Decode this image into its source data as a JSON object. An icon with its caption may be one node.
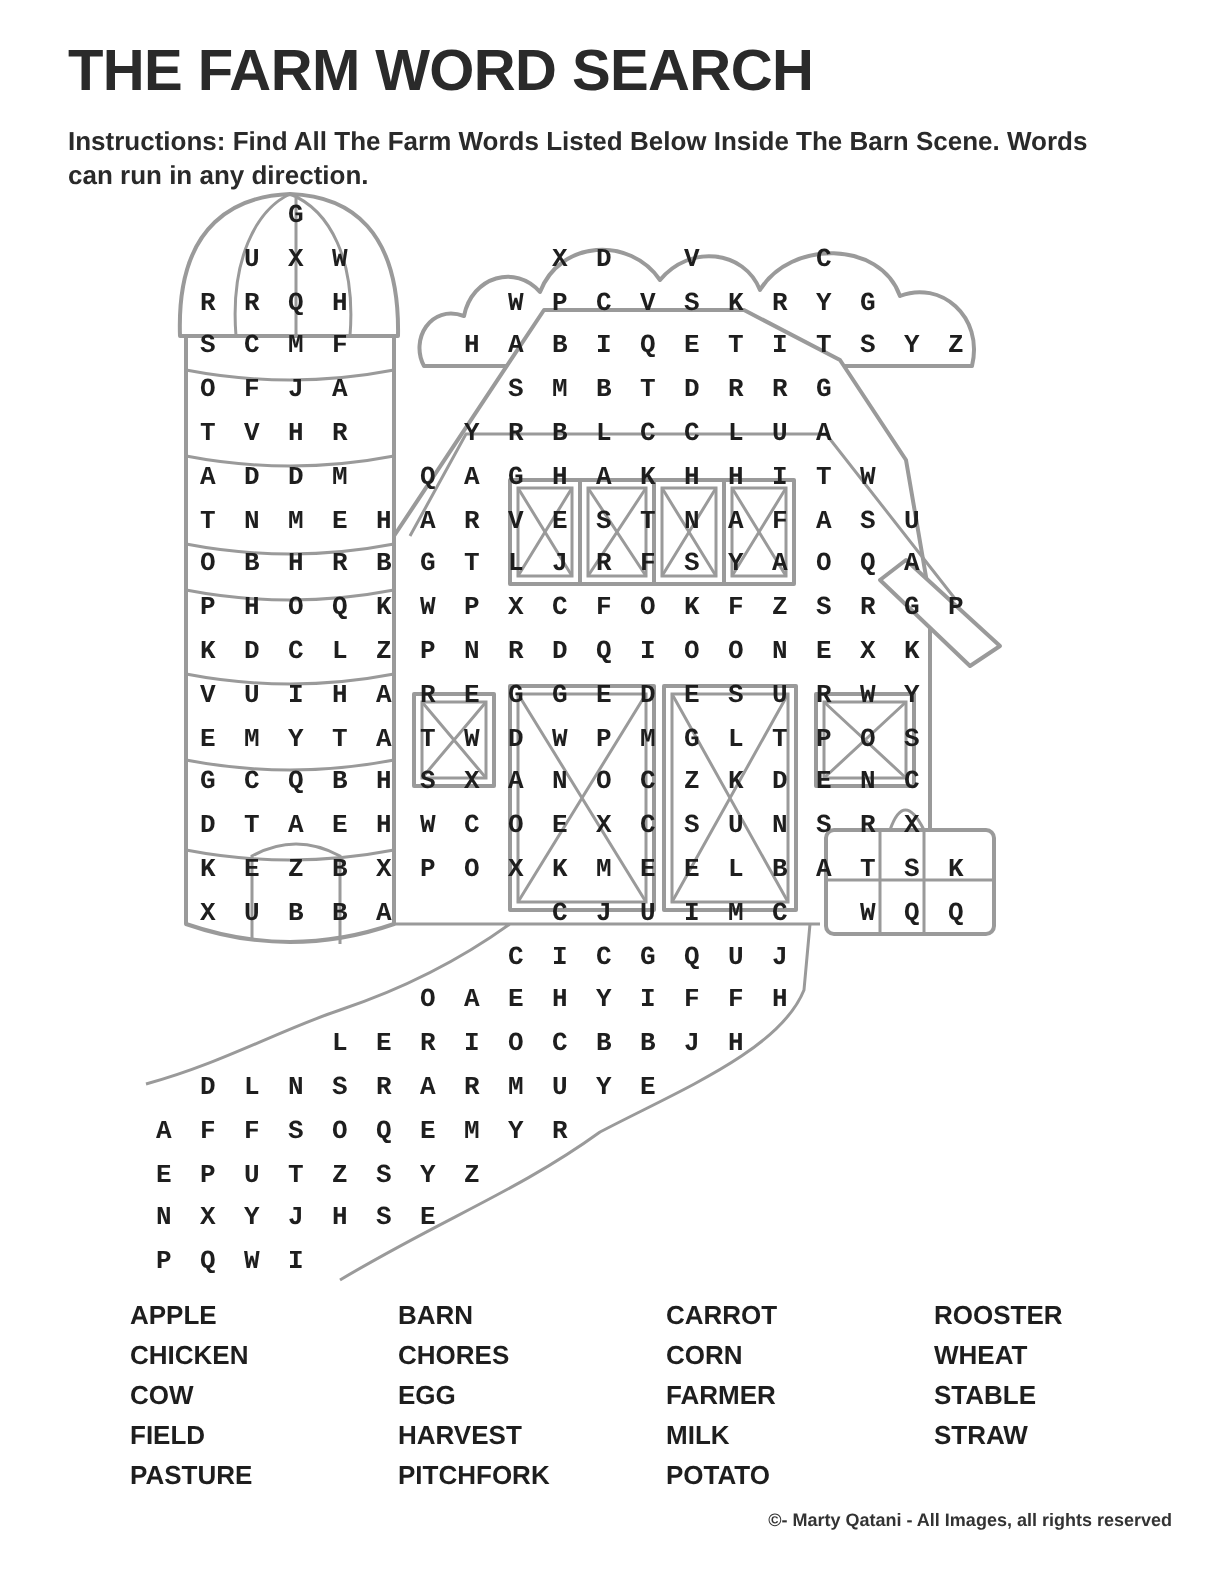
{
  "diagram": {
    "title": "THE FARM WORD SEARCH",
    "labels": [
      "Instructions: Find All The Farm Words Listed Below Inside The Barn Scene. Words can run in any direction.",
      "G",
      "U X W",
      "X D",
      "V",
      "C",
      "R R Q H",
      "W P C V S K R Y G",
      "S C M F",
      "H A B I Q E T I T S Y Z",
      "O F J A",
      "S M B T D R R G",
      "T V H R",
      "Y R B L C C L U A",
      "A D D M",
      "Q A G H A K H H I T W",
      "T N M E H A R V E S T N A F A S U",
      "O B H R B G T L J R F S Y A O Q A",
      "P H O Q K W P X C F O K F Z S R G P",
      "K D C L Z P N R D Q I O O N E X K",
      "V U I H A R E G G E D E S U R W Y",
      "E M Y T A T W D W P M G L T P O S",
      "G C Q B H S X A N O C Z K D E N C",
      "D T A E H W C O E X C S U N S R X",
      "K E Z B X P O X K M E E L B A T S K",
      "X U B B A",
      "C J U I M C",
      "W Q Q",
      "C I C G Q U J",
      "O A E H Y I F F H",
      "L E R I O C B B J H",
      "D L N S R A R M U Y E",
      "A F F S O Q E M Y R",
      "E P U T Z S Y Z",
      "N X Y J H S E",
      "P Q W I",
      "APPLE",
      "CHICKEN",
      "COW",
      "FIELD",
      "PASTURE",
      "BARN",
      "CHORES",
      "EGG",
      "HARVEST",
      "PITCHFORK",
      "CARROT",
      "CORN",
      "FARMER",
      "MILK",
      "POTATO",
      "ROOSTER",
      "WHEAT",
      "STABLE",
      "STRAW",
      "©- Marty Qatani - All Images, all rights reserved"
    ]
  }
}
